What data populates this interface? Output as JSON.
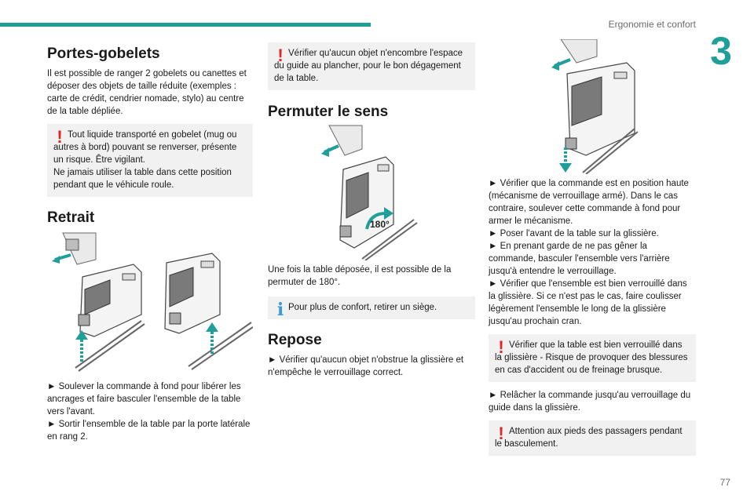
{
  "header": {
    "chapter_title": "Ergonomie et confort",
    "chapter_number": "3"
  },
  "footer": {
    "page_number": "77"
  },
  "col1": {
    "title": "Portes-gobelets",
    "intro": "Il est possible de ranger 2 gobelets ou canettes et déposer des objets de taille réduite (exemples : carte de crédit, cendrier nomade, stylo) au centre de la table dépliée.",
    "warning_line1": "Tout liquide transporté en gobelet (mug ou autres à bord) pouvant se renverser, présente un risque. Être vigilant.",
    "warning_line2": "Ne jamais utiliser la table dans cette position pendant que le véhicule roule.",
    "retrait_title": "Retrait",
    "step1": "► Soulever la commande à fond pour libérer les ancrages et faire basculer l'ensemble de la table vers l'avant.",
    "step2": "► Sortir l'ensemble de la table par la porte latérale en rang 2."
  },
  "col2": {
    "warning": "Vérifier qu'aucun objet n'encombre l'espace du guide au plancher, pour le bon dégagement de la table.",
    "permuter_title": "Permuter le sens",
    "rotation_label": "180°",
    "permuter_text": "Une fois la table déposée, il est possible de la permuter de 180°.",
    "info": "Pour plus de confort, retirer un siège.",
    "repose_title": "Repose",
    "repose_text": "► Vérifier qu'aucun objet n'obstrue la glissière et n'empêche le verrouillage correct."
  },
  "col3": {
    "steps": "► Vérifier que la commande est en position haute (mécanisme de verrouillage armé). Dans le cas contraire, soulever cette commande à fond pour armer le mécanisme.",
    "step2": "► Poser l'avant de la table sur la glissière.",
    "step3": "► En prenant garde de ne pas gêner la commande, basculer l'ensemble vers l'arrière jusqu'à entendre le verrouillage.",
    "step4": "► Vérifier que l'ensemble est bien verrouillé dans la glissière. Si ce n'est pas le cas, faire coulisser légèrement l'ensemble le long de la glissière jusqu'au prochain cran.",
    "warning1": "Vérifier que la table est bien verrouillé dans la glissière - Risque de provoquer des blessures en cas d'accident ou de freinage brusque.",
    "step5": "► Relâcher la commande jusqu'au verrouillage du guide dans la glissière.",
    "warning2": "Attention aux pieds des passagers pendant le basculement."
  },
  "colors": {
    "accent": "#1f9e9a",
    "warning": "#e02424",
    "info": "#3a9bd5"
  }
}
